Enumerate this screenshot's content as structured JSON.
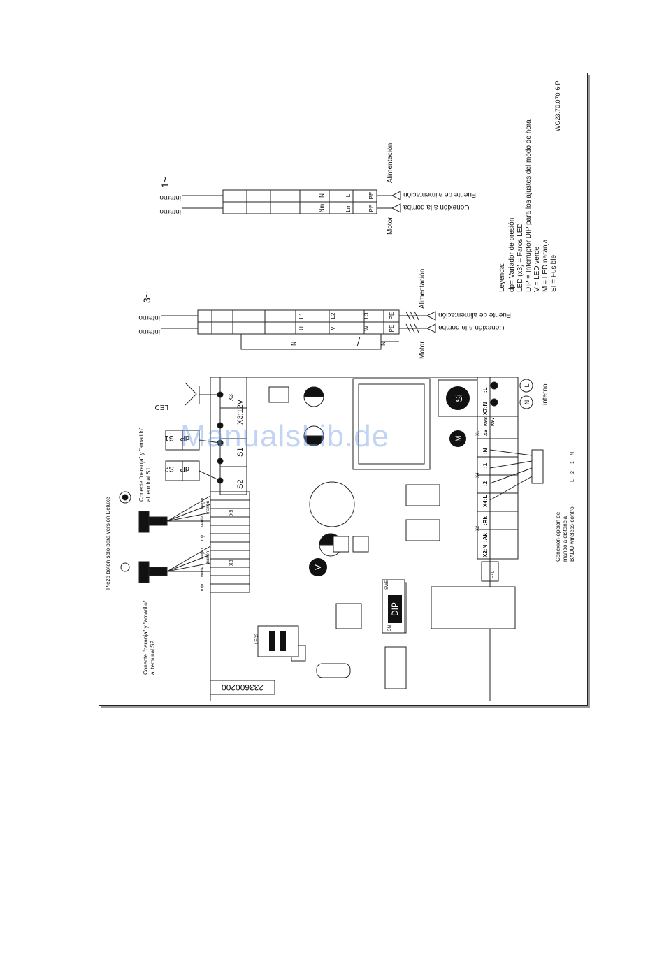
{
  "watermark": "ManualsLib.de",
  "doc_code": "WG23.70.070-6-P",
  "board_number": "233600200",
  "diagram_1ph": {
    "phase_label": "1~",
    "interno_top": "interno",
    "interno_bottom": "interno",
    "terminals_top": [
      "N",
      "L",
      "PE"
    ],
    "terminals_bottom": [
      "Nm",
      "Lm",
      "PE"
    ],
    "alimentacion": "Alimentación",
    "fuente": "Fuente de alimentación",
    "motor": "Motor",
    "conexion_bomba": "Conexión a la bomba"
  },
  "diagram_3ph": {
    "phase_label": "3~",
    "interno_top": "interno",
    "interno_bottom": "interno",
    "terminals_top": [
      "L1",
      "L2",
      "L3",
      "PE"
    ],
    "terminals_bottom": [
      "U",
      "V",
      "W",
      "PE"
    ],
    "n_left": "N",
    "n_right": "N",
    "alimentacion": "Alimentación",
    "fuente": "Fuente de alimentación",
    "motor": "Motor",
    "conexion_bomba": "Conexión a la bomba"
  },
  "legend": {
    "title": "Leyenda:",
    "lines": [
      "dp= Variador de presión",
      "LED (x3) = Faros LED",
      "DIP = Interruptor DIP para los ajustes del modo de hora",
      "V = LED verde",
      "M = LED naranja",
      "SI = Fusible"
    ]
  },
  "board": {
    "piezo_note": "Piezo botón sólo para versión Deluxe",
    "conn_s1_line1": "Conecte \"naranja\" y \"amarillo\"",
    "conn_s1_line2": "al terminal S1",
    "conn_s2_line1": "Conecte \"naranja\" y \"amarillo\"",
    "conn_s2_line2": "al terminal S2",
    "wire_negro": "negro",
    "wire_marron": "marrón",
    "wire_verde": "verde",
    "wire_rojo": "rojo",
    "x9": "X9",
    "x8": "X8",
    "led": "LED",
    "x3": "X3",
    "x3_12v": "X3:12V",
    "s1": "S1",
    "s2": "S2",
    "dp": "dP",
    "si": "Si",
    "m": "M",
    "v": "V",
    "dip": "DIP",
    "sw5": "SW5",
    "on": "ON",
    "led2": "LED2",
    "r40": "R40",
    "x1": "X1",
    "x2": "X2",
    "x4": "X4",
    "x6": "X6",
    "k97": "K97",
    "k98": "K98",
    "x7n": "X7:N",
    "x7l": ":L",
    "n_term": ":N",
    "t1": ":1",
    "t2": ":2",
    "x4l": "X4:L",
    "rk": ":Rk",
    "ak": ":Ak",
    "x2n": "X2:N",
    "interno": "interno",
    "circle_n": "N",
    "circle_l": "L",
    "remote_line1": "Conexión-opción de",
    "remote_line2": "mando a distancia",
    "remote_line3": "BADU-wireless-control",
    "remote_n": "N",
    "remote_1": "1",
    "remote_2": "2",
    "remote_l": "L"
  }
}
